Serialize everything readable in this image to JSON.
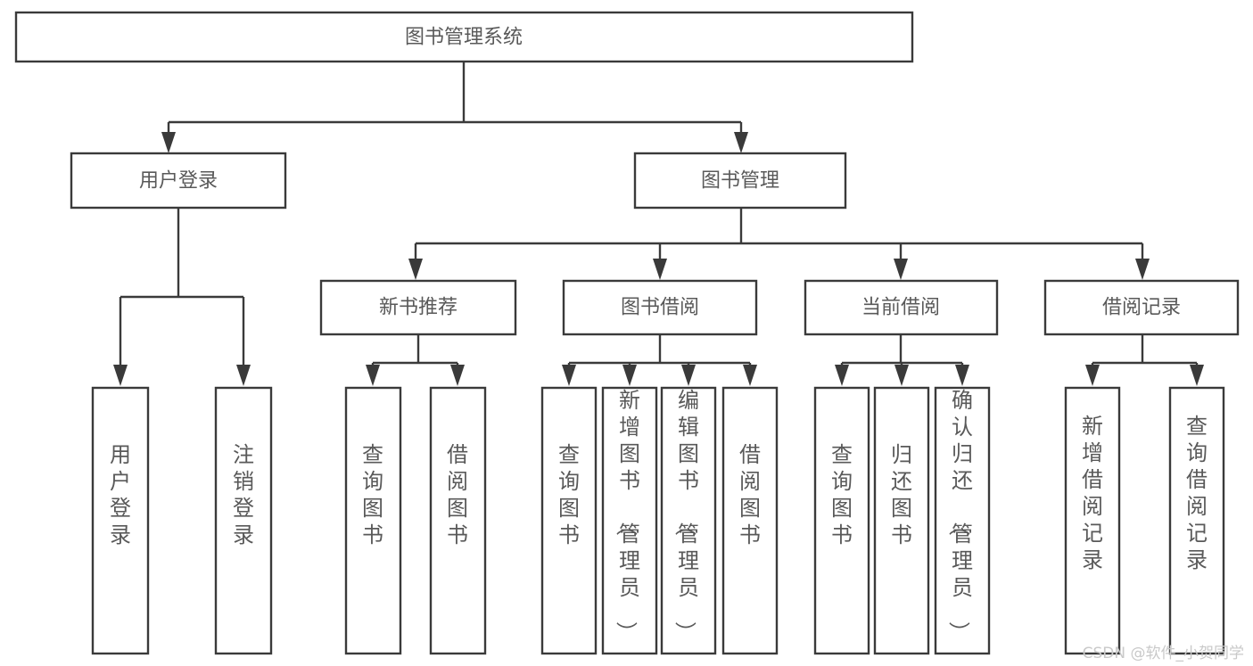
{
  "diagram": {
    "title": "图书管理系统",
    "type": "tree-hierarchy",
    "orientation": "top-down",
    "colors": {
      "box_stroke": "#3a3a3a",
      "box_fill": "#ffffff",
      "label_text": "#595959",
      "edge": "#3a3a3a",
      "watermark": "#c9c9c9",
      "background": "#ffffff"
    },
    "root": {
      "label": "图书管理系统"
    },
    "level2": [
      {
        "label": "用户登录"
      },
      {
        "label": "图书管理"
      }
    ],
    "level3": [
      {
        "label": "新书推荐"
      },
      {
        "label": "图书借阅"
      },
      {
        "label": "当前借阅"
      },
      {
        "label": "借阅记录"
      }
    ],
    "leaves": {
      "user_login": [
        {
          "label": "用户登录"
        },
        {
          "label": "注销登录"
        }
      ],
      "new_book_recommend": [
        {
          "label": "查询图书"
        },
        {
          "label": "借阅图书"
        }
      ],
      "book_borrow": [
        {
          "label": "查询图书"
        },
        {
          "label": "新增图书（管理员）"
        },
        {
          "label": "编辑图书（管理员）"
        },
        {
          "label": "借阅图书"
        }
      ],
      "current_borrow": [
        {
          "label": "查询图书"
        },
        {
          "label": "归还图书"
        },
        {
          "label": "确认归还（管理员）"
        }
      ],
      "borrow_record": [
        {
          "label": "新增借阅记录"
        },
        {
          "label": "查询借阅记录"
        }
      ]
    }
  },
  "watermark": {
    "text": "CSDN @软件_小贺同学"
  }
}
